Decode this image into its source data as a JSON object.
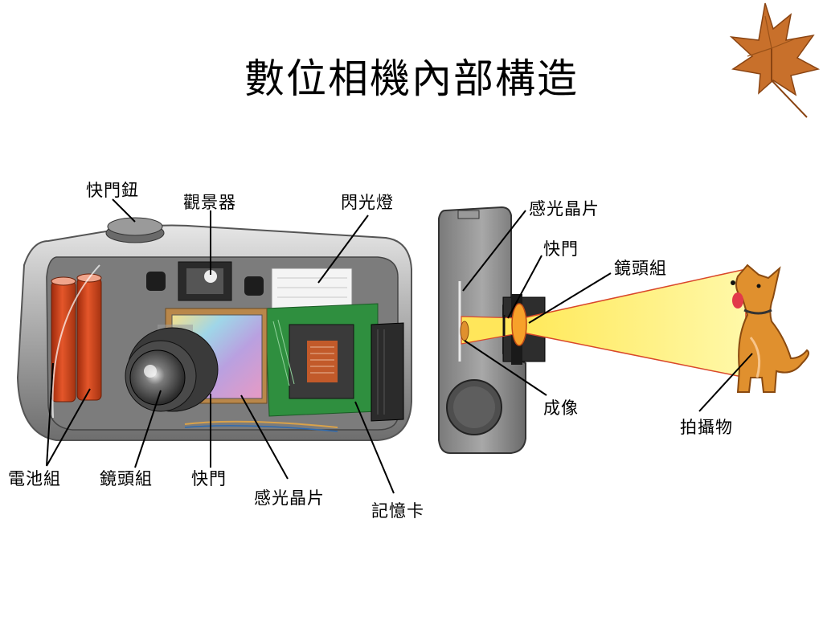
{
  "slide": {
    "title": "數位相機內部構造"
  },
  "labels": {
    "shutter_button": "快門鈕",
    "viewfinder": "觀景器",
    "flash": "閃光燈",
    "battery": "電池組",
    "lens_group_left": "鏡頭組",
    "shutter_left": "快門",
    "sensor_left": "感光晶片",
    "memory_card": "記憶卡",
    "sensor_right": "感光晶片",
    "shutter_right": "快門",
    "lens_group_right": "鏡頭組",
    "image_formation": "成像",
    "subject": "拍攝物"
  },
  "icons": {
    "corner": "maple-leaf-icon",
    "subject_figure": "dog-icon"
  },
  "colors": {
    "light_beam": "#fff27a",
    "leaf": "#c8702b",
    "battery": "#d9481e",
    "camera_body": "#8a8a8a",
    "dog": "#e0902e"
  }
}
